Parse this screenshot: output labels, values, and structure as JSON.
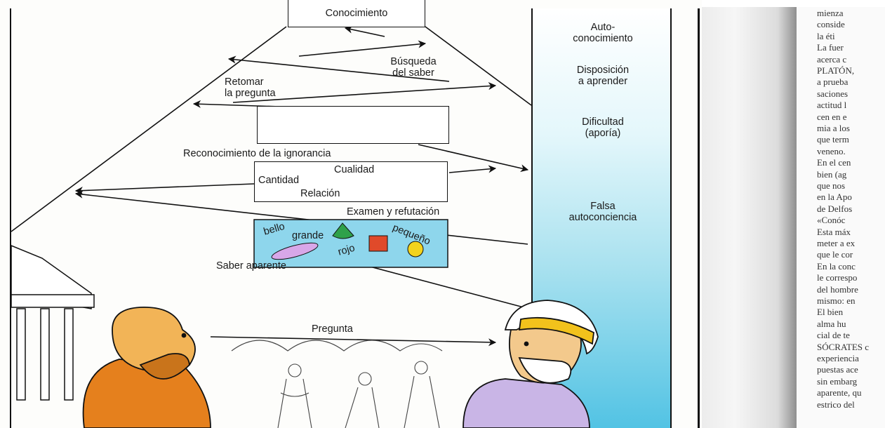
{
  "diagram": {
    "top_box": "Conocimiento",
    "search": "Búsqueda\ndel saber",
    "retake": "Retomar\nla pregunta",
    "recognition": "Reconocimiento de la ignorancia",
    "exam": "Examen y refutación",
    "apparent": "Saber aparente",
    "question": "Pregunta",
    "categories": {
      "quantity": "Cantidad",
      "quality": "Cualidad",
      "relation": "Relación"
    },
    "apparent_words": {
      "beautiful": "bello",
      "big": "grande",
      "small": "pequeño",
      "red": "rojo"
    }
  },
  "side_band": {
    "colors": {
      "top": "#ffffff",
      "bottom": "#52c3e4"
    },
    "labels": [
      "Auto-\nconocimiento",
      "Disposición\na aprender",
      "Dificultad\n(aporía)",
      "Falsa\nautoconciencia"
    ]
  },
  "right_page": {
    "lines": [
      "mienza",
      "conside",
      "la éti",
      "La fuer",
      "acerca c",
      "PLATÓN,",
      "a prueba",
      "saciones",
      "actitud l",
      "cen en e",
      "mia a los",
      "que term",
      "veneno.",
      "En el cen",
      "bien (ag",
      "que nos",
      "en la Apo",
      "de Delfos",
      "«Conóc",
      "Esta máx",
      "meter a ex",
      "que le cor",
      "En la conc",
      "le correspo",
      "del hombre",
      "mismo: en",
      "El bien",
      "alma hu",
      "cial de te",
      "SÓCRATES c",
      "experiencia",
      "puestas ace",
      "sin embarg",
      "aparente, qu",
      "estrico del"
    ]
  }
}
